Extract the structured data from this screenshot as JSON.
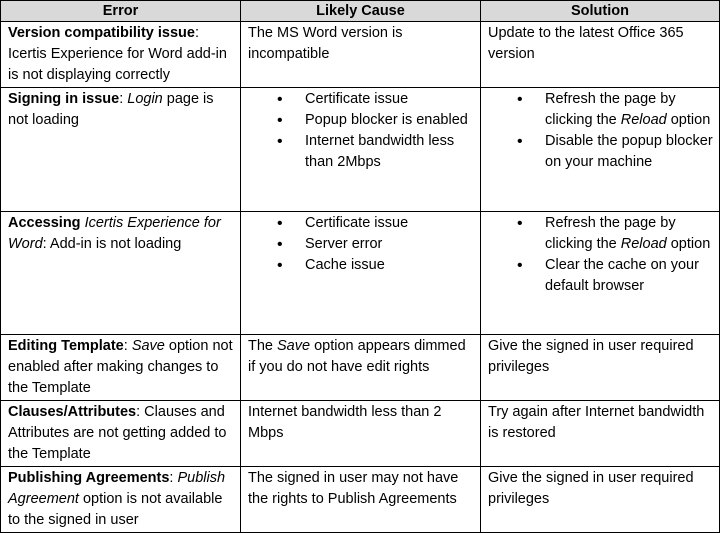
{
  "table": {
    "headers": [
      "Error",
      "Likely Cause",
      "Solution"
    ],
    "rows": [
      {
        "error": [
          {
            "t": "Version compatibility issue",
            "s": "b"
          },
          {
            "t": ": Icertis Experience for Word add-in is not displaying correctly",
            "s": ""
          }
        ],
        "cause_text": "The MS Word version is incompatible",
        "solution_text": "Update to the latest Office 365 version"
      },
      {
        "error": [
          {
            "t": "Signing in issue",
            "s": "b"
          },
          {
            "t": ": ",
            "s": ""
          },
          {
            "t": "Login",
            "s": "i"
          },
          {
            "t": " page is not loading",
            "s": ""
          }
        ],
        "cause_items": [
          [
            {
              "t": "Certificate issue",
              "s": ""
            }
          ],
          [
            {
              "t": "Popup blocker is enabled",
              "s": ""
            }
          ],
          [
            {
              "t": "Internet bandwidth less than 2Mbps",
              "s": ""
            }
          ]
        ],
        "solution_items": [
          [
            {
              "t": "Refresh the page by clicking the ",
              "s": ""
            },
            {
              "t": "Reload",
              "s": "i"
            },
            {
              "t": " option",
              "s": ""
            }
          ],
          [
            {
              "t": "Disable the popup blocker on your machine",
              "s": ""
            }
          ]
        ]
      },
      {
        "error": [
          {
            "t": "Accessing ",
            "s": "b"
          },
          {
            "t": "Icertis Experience for Word",
            "s": "i"
          },
          {
            "t": ": Add-in is not loading",
            "s": ""
          }
        ],
        "cause_items": [
          [
            {
              "t": "Certificate issue",
              "s": ""
            }
          ],
          [
            {
              "t": "Server error",
              "s": ""
            }
          ],
          [
            {
              "t": "Cache issue",
              "s": ""
            }
          ]
        ],
        "solution_items": [
          [
            {
              "t": "Refresh the page by clicking the ",
              "s": ""
            },
            {
              "t": "Reload",
              "s": "i"
            },
            {
              "t": " option",
              "s": ""
            }
          ],
          [
            {
              "t": "Clear the cache on your default browser",
              "s": ""
            }
          ]
        ]
      },
      {
        "error": [
          {
            "t": "Editing Template",
            "s": "b"
          },
          {
            "t": ": ",
            "s": ""
          },
          {
            "t": "Save",
            "s": "i"
          },
          {
            "t": " option not enabled after making changes to the Template",
            "s": ""
          }
        ],
        "cause": [
          {
            "t": "The ",
            "s": ""
          },
          {
            "t": "Save",
            "s": "i"
          },
          {
            "t": " option appears dimmed if you do not have edit rights",
            "s": ""
          }
        ],
        "solution_text": "Give the signed in user required privileges"
      },
      {
        "error": [
          {
            "t": "Clauses/Attributes",
            "s": "b"
          },
          {
            "t": ": Clauses and Attributes are not getting added to the Template",
            "s": ""
          }
        ],
        "cause_text": "Internet bandwidth less than 2 Mbps",
        "solution_text": "Try again after Internet bandwidth is restored"
      },
      {
        "error": [
          {
            "t": "Publishing Agreements",
            "s": "b"
          },
          {
            "t": ": ",
            "s": ""
          },
          {
            "t": "Publish Agreement",
            "s": "i"
          },
          {
            "t": " option is not available to the signed in user",
            "s": ""
          }
        ],
        "cause_text": "The signed in user may not have the rights to Publish Agreements",
        "solution_text": "Give the signed in user required privileges"
      }
    ]
  }
}
